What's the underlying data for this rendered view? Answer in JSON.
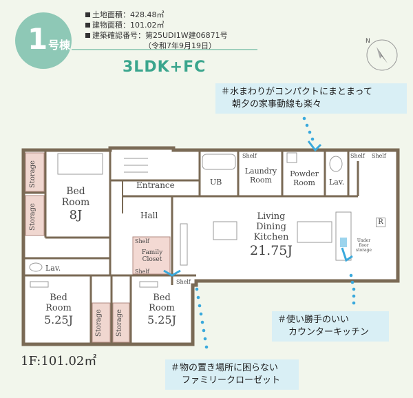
{
  "badge": {
    "number": "1",
    "unit": "号棟"
  },
  "specs": [
    "土地面積：428.48㎡",
    "建物面積：101.02㎡",
    "建築確認番号：第25UDI1W建06871号",
    "（令和7年9月19日）"
  ],
  "plan_type": "3LDK+FC",
  "compass_letter": "N",
  "callouts": {
    "water": [
      "＃水まわりがコンパクトにまとまって",
      "朝夕の家事動線も楽々"
    ],
    "kitchen": [
      "＃使い勝手のいい",
      "カウンターキッチン"
    ],
    "closet": [
      "＃物の置き場所に困らない",
      "ファミリークローゼット"
    ]
  },
  "rooms": {
    "storage": "Storage",
    "bed_room_label": "Bed",
    "bed_room_label2": "Room",
    "bed1_size": "8J",
    "bed2_size": "5.25J",
    "bed3_size": "5.25J",
    "entrance": "Entrance",
    "hall": "Hall",
    "ub": "UB",
    "laundry": [
      "Laundry",
      "Room"
    ],
    "powder": [
      "Powder",
      "Room"
    ],
    "lav": "Lav.",
    "shelf": "Shelf",
    "ldk": [
      "Living",
      "Dining",
      "Kitchen"
    ],
    "ldk_size": "21.75J",
    "family_closet": [
      "Family",
      "Closet"
    ],
    "under_floor": [
      "Under",
      "floor",
      "storage"
    ],
    "r_mark": "R"
  },
  "floor_area": "1F:101.02㎡",
  "colors": {
    "wall": "#7a6a55",
    "accent": "#3aa58d",
    "callout_bg": "#d9eff5",
    "dots": "#3aa9dc",
    "badge": "#8ec8b6",
    "closet": "#f3d9d3",
    "storage": "#f0d7d0"
  }
}
